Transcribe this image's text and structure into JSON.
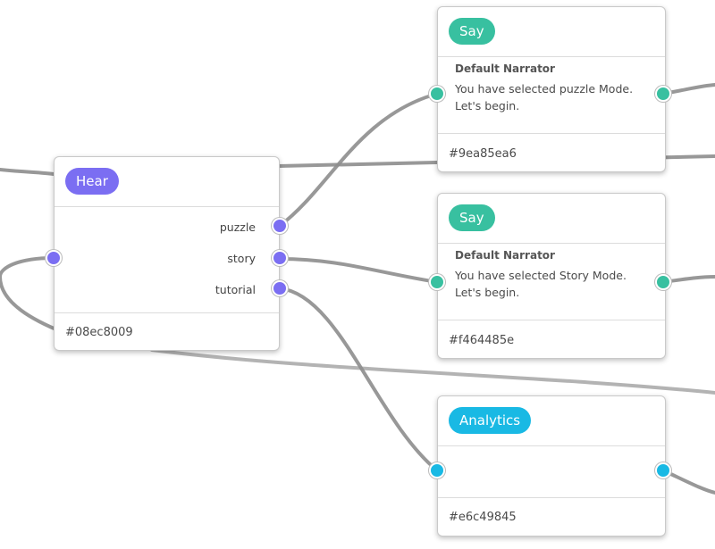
{
  "colors": {
    "hear": "#7b6ef2",
    "say": "#38c0a0",
    "analytics": "#19b9e4",
    "wire": "#8d8d8d"
  },
  "hear_node": {
    "title": "Hear",
    "outputs": [
      "puzzle",
      "story",
      "tutorial"
    ],
    "id": "#08ec8009"
  },
  "say_puzzle": {
    "title": "Say",
    "speaker": "Default Narrator",
    "line1": "You have selected puzzle Mode.",
    "line2": "Let's begin.",
    "id": "#9ea85ea6"
  },
  "say_story": {
    "title": "Say",
    "speaker": "Default Narrator",
    "line1": "You have selected Story Mode.",
    "line2": "Let's begin.",
    "id": "#f464485e"
  },
  "analytics_node": {
    "title": "Analytics",
    "id": "#e6c49845"
  }
}
